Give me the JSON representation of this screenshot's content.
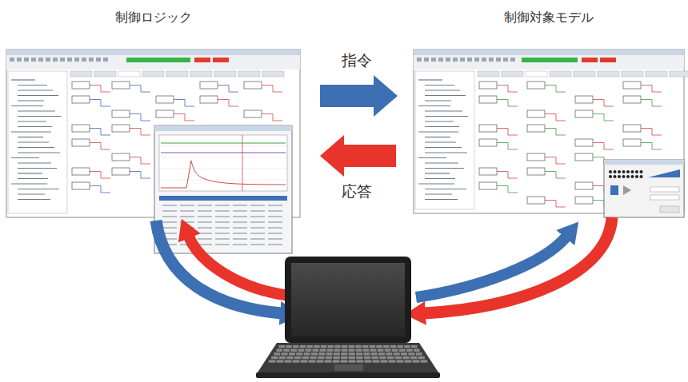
{
  "diagram": {
    "nodes": [
      {
        "text": [
          "制御ロジック"
        ]
      },
      {
        "text": [
          "制御対象モデル"
        ]
      }
    ],
    "edges": [
      {
        "from": 0,
        "to": 1,
        "label": "指令",
        "arrow": "to"
      },
      {
        "from": 1,
        "to": 0,
        "label": "応答",
        "arrow": "to"
      }
    ]
  }
}
